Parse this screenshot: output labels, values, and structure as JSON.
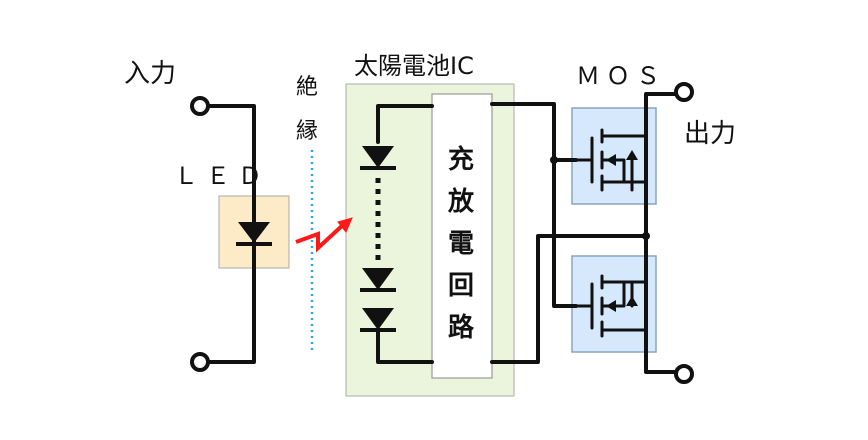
{
  "labels": {
    "input": "入力",
    "output": "出力",
    "insulation_1": "絶",
    "insulation_2": "縁",
    "led": "ＬＥＤ",
    "solar_ic": "太陽電池IC",
    "mos": "ＭＯＳ",
    "charge_1": "充",
    "charge_2": "放",
    "charge_3": "電",
    "charge_4": "回",
    "charge_5": "路"
  },
  "colors": {
    "led_box": "#fdebc8",
    "solar_box": "#ebf5dc",
    "mos_box": "#d6e8fb",
    "mos_border": "#8aa4c4",
    "box_border": "#aaaaaa",
    "insulation_line": "#29a8e0",
    "light_arrow": "#ff1a1a",
    "wire": "#111111"
  },
  "icons": [
    "terminal-icon",
    "diode-icon",
    "mosfet-icon",
    "light-arrow-icon"
  ]
}
